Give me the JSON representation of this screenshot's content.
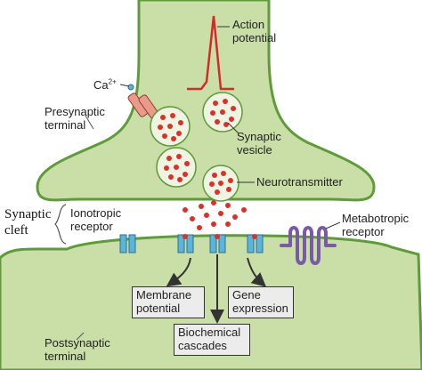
{
  "labels": {
    "action_potential_l1": "Action",
    "action_potential_l2": "potential",
    "calcium": "Ca",
    "calcium_charge": "2+",
    "presynaptic_l1": "Presynaptic",
    "presynaptic_l2": "terminal",
    "synaptic_vesicle_l1": "Synaptic",
    "synaptic_vesicle_l2": "vesicle",
    "neurotransmitter": "Neurotransmitter",
    "synaptic_cleft_l1": "Synaptic",
    "synaptic_cleft_l2": "cleft",
    "ionotropic_l1": "Ionotropic",
    "ionotropic_l2": "receptor",
    "metabotropic_l1": "Metabotropic",
    "metabotropic_l2": "receptor",
    "membrane_potential_l1": "Membrane",
    "membrane_potential_l2": "potential",
    "gene_expression_l1": "Gene",
    "gene_expression_l2": "expression",
    "biochemical_l1": "Biochemical",
    "biochemical_l2": "cascades",
    "postsynaptic_l1": "Postsynaptic",
    "postsynaptic_l2": "terminal"
  },
  "colors": {
    "terminal_fill": "#c9dfa7",
    "terminal_stroke": "#5f9b3a",
    "spike": "#d52a2a",
    "vesicle_dot": "#d9322b",
    "vesicle_fill": "#eef3e2",
    "ion_channel": "#5ab4dc",
    "metabotropic": "#7a5aa6",
    "box_fill": "#ececec",
    "arrow": "#333333"
  }
}
